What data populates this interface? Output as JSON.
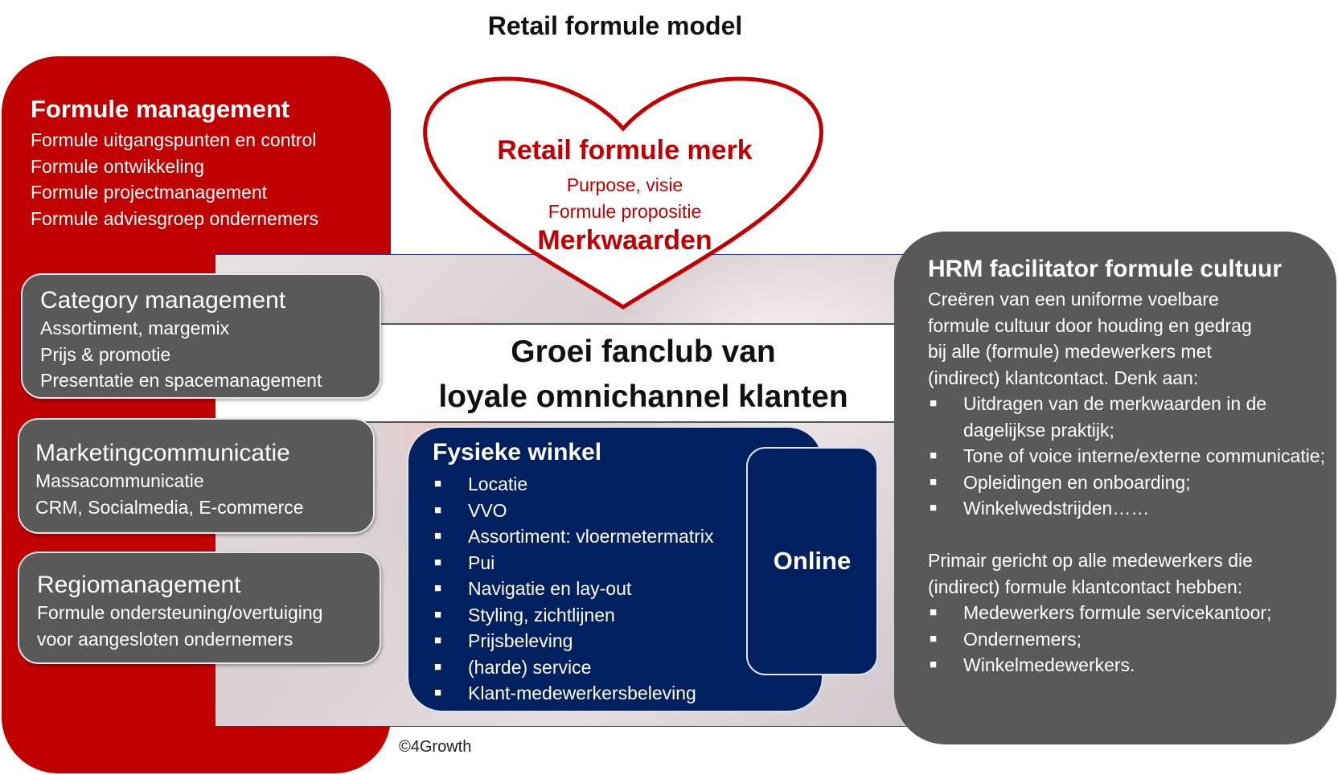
{
  "title": "Retail formule model",
  "colors": {
    "red": "#c00000",
    "navy": "#002060",
    "grey": "#595959"
  },
  "formule_management": {
    "title": "Formule management",
    "items": [
      "Formule uitgangspunten en control",
      "Formule ontwikkeling",
      "Formule projectmanagement",
      "Formule adviesgroep ondernemers"
    ]
  },
  "heart": {
    "title": "Retail formule merk",
    "lines": [
      "Purpose, visie",
      "Formule propositie"
    ],
    "values": "Merkwaarden"
  },
  "growth": {
    "line1": "Groei fanclub van",
    "line2": "loyale omnichannel klanten"
  },
  "category_management": {
    "title": "Category management",
    "items": [
      "Assortiment, margemix",
      "Prijs & promotie",
      "Presentatie en spacemanagement"
    ]
  },
  "marketingcommunicatie": {
    "title": "Marketingcommunicatie",
    "items": [
      "Massacommunicatie",
      "CRM, Socialmedia, E-commerce"
    ]
  },
  "regiomanagement": {
    "title": "Regiomanagement",
    "items": [
      "Formule ondersteuning/overtuiging",
      "voor aangesloten ondernemers"
    ]
  },
  "fysieke_winkel": {
    "title": "Fysieke winkel",
    "bullet": "■",
    "items": [
      "Locatie",
      "VVO",
      "Assortiment: vloermetermatrix",
      "Pui",
      "Navigatie en lay-out",
      "Styling, zichtlijnen",
      "Prijsbeleving",
      "(harde) service",
      "Klant-medewerkersbeleving"
    ]
  },
  "online": {
    "label": "Online"
  },
  "hrm": {
    "title": "HRM facilitator formule cultuur",
    "intro": [
      "Creëren van een uniforme voelbare",
      "formule cultuur door houding en gedrag",
      "bij alle (formule) medewerkers met",
      "(indirect) klantcontact. Denk aan:"
    ],
    "points": [
      "Uitdragen van de merkwaarden in de dagelijkse praktijk;",
      "Tone of voice interne/externe communicatie;",
      "Opleidingen en onboarding;",
      "Winkelwedstrijden……"
    ],
    "focus": [
      "Primair gericht op alle medewerkers die",
      "(indirect) formule klantcontact hebben:"
    ],
    "audiences": [
      "Medewerkers formule servicekantoor;",
      "Ondernemers;",
      "Winkelmedewerkers."
    ]
  },
  "copyright": "©4Growth"
}
